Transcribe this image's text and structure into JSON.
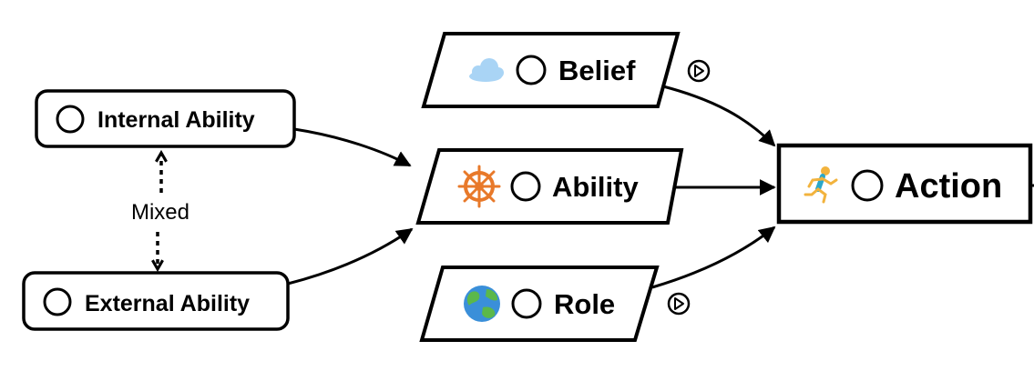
{
  "nodes": {
    "internal_ability": {
      "label": "Internal Ability"
    },
    "external_ability": {
      "label": "External Ability"
    },
    "belief": {
      "label": "Belief",
      "icon": "cloud-icon"
    },
    "ability": {
      "label": "Ability",
      "icon": "ship-wheel-icon"
    },
    "role": {
      "label": "Role",
      "icon": "globe-icon"
    },
    "action": {
      "label": "Action",
      "icon": "running-person-icon"
    }
  },
  "relation": {
    "label": "Mixed"
  },
  "colors": {
    "stroke": "#000000",
    "cloud": "#a9d4f5",
    "wheel": "#e8792a",
    "globe_ocean": "#3a8fd9",
    "globe_land": "#5bb84a",
    "runner_skin": "#f2b33d",
    "runner_shirt": "#2aa7c9"
  }
}
